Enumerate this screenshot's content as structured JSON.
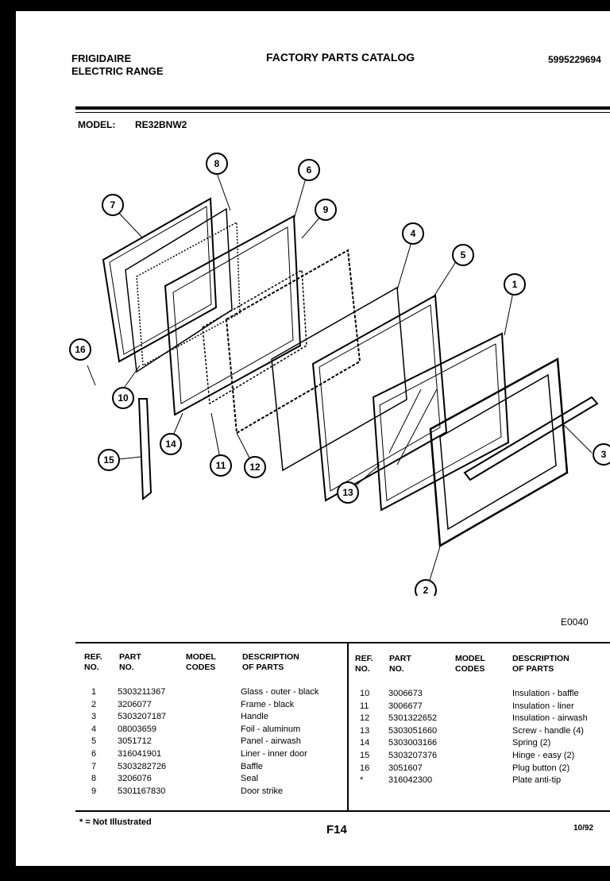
{
  "header": {
    "brand": "FRIGIDAIRE",
    "product": "ELECTRIC RANGE",
    "catalog_title": "FACTORY PARTS CATALOG",
    "doc_number": "5995229694"
  },
  "model": {
    "label": "MODEL:",
    "value": "RE32BNW2"
  },
  "figure": {
    "code": "E0040",
    "callouts": [
      "1",
      "2",
      "3",
      "4",
      "5",
      "6",
      "7",
      "8",
      "9",
      "10",
      "11",
      "12",
      "13",
      "14",
      "15",
      "16"
    ]
  },
  "table": {
    "headers": {
      "ref": "REF.\nNO.",
      "part": "PART\nNO.",
      "model": "MODEL\nCODES",
      "desc": "DESCRIPTION\nOF PARTS"
    },
    "left_rows": [
      {
        "ref": "1",
        "part": "5303211367",
        "desc": "Glass - outer - black"
      },
      {
        "ref": "2",
        "part": "3206077",
        "desc": "Frame - black"
      },
      {
        "ref": "3",
        "part": "5303207187",
        "desc": "Handle"
      },
      {
        "ref": "4",
        "part": "08003659",
        "desc": "Foil - aluminum"
      },
      {
        "ref": "5",
        "part": "3051712",
        "desc": "Panel - airwash"
      },
      {
        "ref": "6",
        "part": "316041901",
        "desc": "Liner - inner door"
      },
      {
        "ref": "7",
        "part": "5303282726",
        "desc": "Baffle"
      },
      {
        "ref": "8",
        "part": "3206076",
        "desc": "Seal"
      },
      {
        "ref": "9",
        "part": "5301167830",
        "desc": "Door strike"
      }
    ],
    "right_rows": [
      {
        "ref": "10",
        "part": "3006673",
        "desc": "Insulation - baffle"
      },
      {
        "ref": "11",
        "part": "3006677",
        "desc": "Insulation - liner"
      },
      {
        "ref": "12",
        "part": "5301322652",
        "desc": "Insulation - airwash"
      },
      {
        "ref": "13",
        "part": "5303051660",
        "desc": "Screw - handle (4)"
      },
      {
        "ref": "14",
        "part": "5303003166",
        "desc": "Spring (2)"
      },
      {
        "ref": "15",
        "part": "5303207376",
        "desc": "Hinge - easy (2)"
      },
      {
        "ref": "16",
        "part": "3051607",
        "desc": "Plug button (2)"
      },
      {
        "ref": "*",
        "part": "316042300",
        "desc": "Plate anti-tip"
      }
    ]
  },
  "footer": {
    "note": "* = Not Illustrated",
    "page": "F14",
    "date": "10/92"
  }
}
